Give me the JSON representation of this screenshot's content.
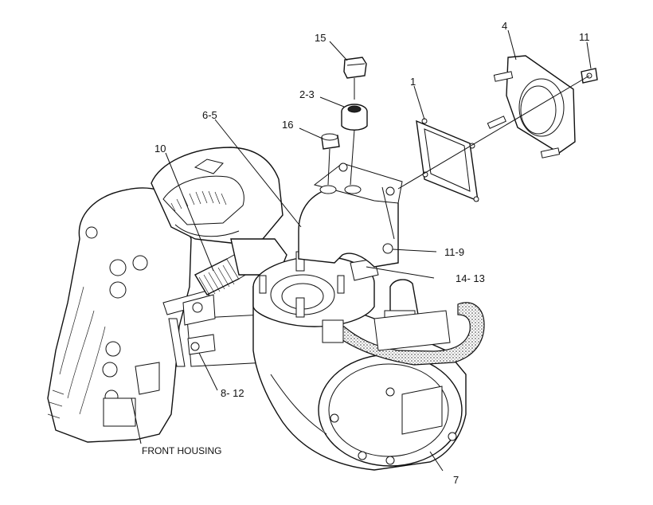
{
  "callouts": {
    "c15": "15",
    "c4": "4",
    "c11": "11",
    "c1": "1",
    "c2_3": "2-3",
    "c6_5": "6-5",
    "c16": "16",
    "c10": "10",
    "c11_9": "11-9",
    "c14_13": "14- 13",
    "c8_12": "8- 12",
    "c7": "7",
    "front_housing": "FRONT HOUSING"
  }
}
